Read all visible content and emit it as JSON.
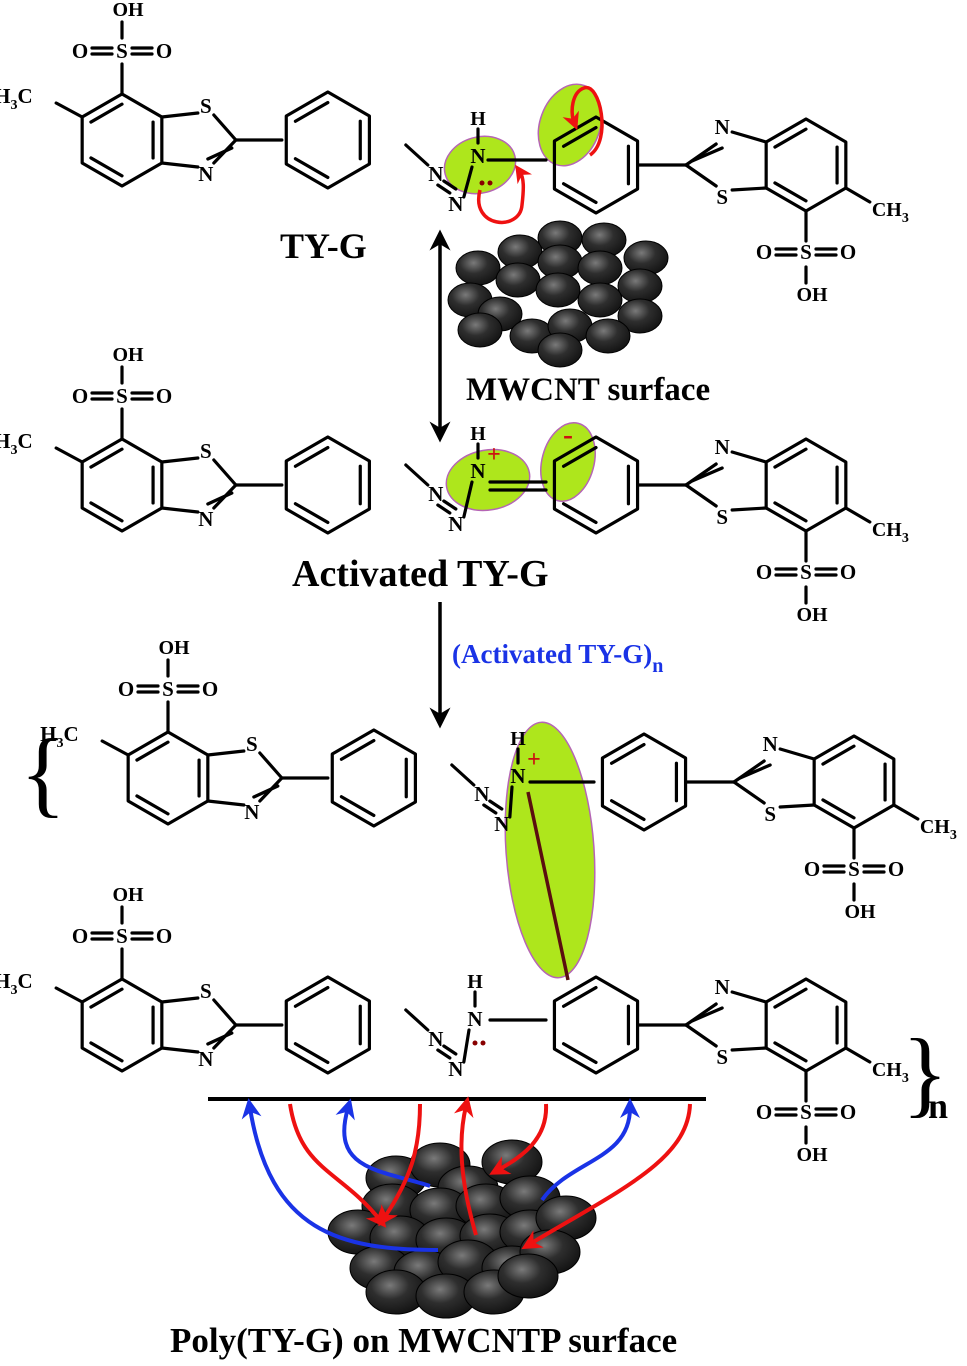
{
  "labels": {
    "ty_g": "TY-G",
    "mwcnt_surface": "MWCNT surface",
    "activated_ty_g": "Activated TY-G",
    "activated_ty_g_n_main": "(Activated TY-G)",
    "activated_ty_g_n_sub": "n",
    "poly_surface": "Poly(TY-G) on MWCNTP surface",
    "repeat_subscript": "n"
  },
  "atoms": {
    "oh": "OH",
    "o": "O",
    "s": "S",
    "n": "N",
    "h": "H",
    "h3c": "H",
    "h3c_sub": "3",
    "h3c_c": "C",
    "ch3": "CH",
    "ch3_sub": "3",
    "plus": "+",
    "minus": "-",
    "brace_open": "{",
    "brace_close": "}"
  },
  "colors": {
    "highlight": "#aee61c",
    "highlight_stroke": "#b565b5",
    "red_arrow": "#ee1111",
    "blue_arrow": "#1a33e6",
    "dark_arrow": "#a01818",
    "sphere": "#2b2b2b",
    "bond": "#000000"
  }
}
